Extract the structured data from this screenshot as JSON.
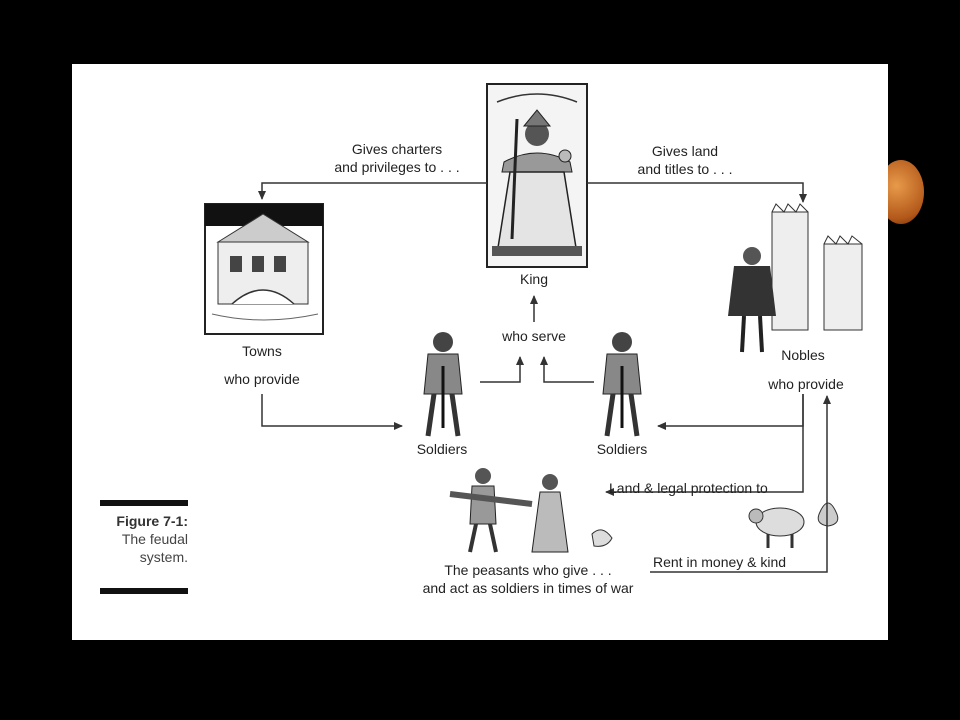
{
  "figure": {
    "number": "Figure 7-1:",
    "caption_line1": "The feudal",
    "caption_line2": "system."
  },
  "nodes": {
    "king": "King",
    "towns": "Towns",
    "towns_provide": "who provide",
    "nobles": "Nobles",
    "nobles_provide": "who provide",
    "soldiers_left": "Soldiers",
    "soldiers_right": "Soldiers",
    "peasants_line1": "The peasants who give . . .",
    "peasants_line2": "and act as soldiers in times of war"
  },
  "edges": {
    "charters_line1": "Gives charters",
    "charters_line2": "and privileges to . . .",
    "land_line1": "Gives land",
    "land_line2": "and titles to . . .",
    "who_serve": "who serve",
    "land_protection": "Land & legal protection to",
    "rent": "Rent in money & kind"
  },
  "colors": {
    "background": "#000000",
    "page": "#ffffff",
    "ink": "#222222",
    "accent_orb": "#c8681e"
  }
}
